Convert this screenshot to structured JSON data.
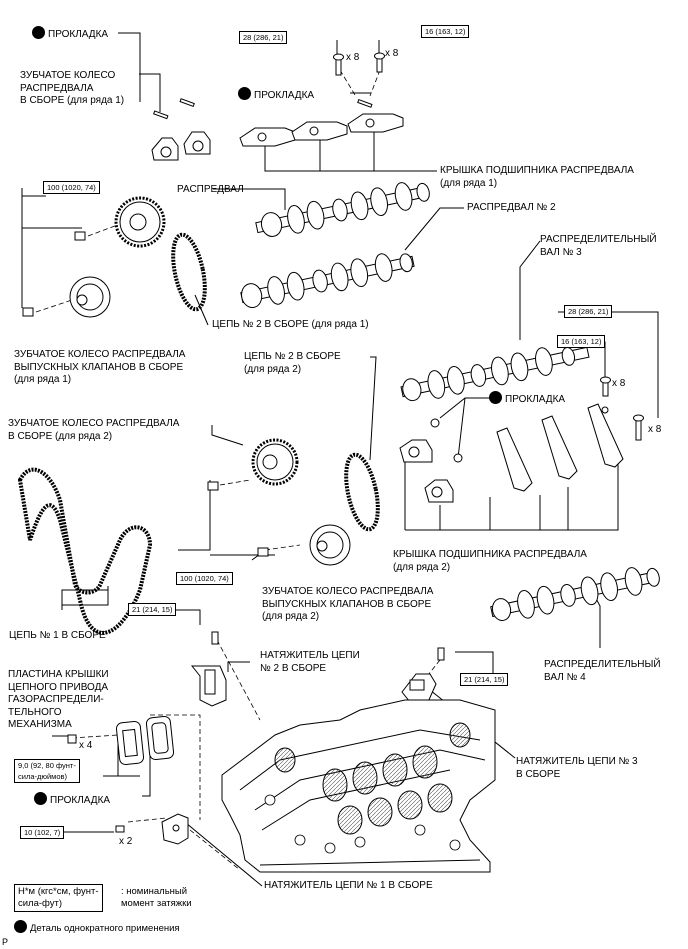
{
  "labels": {
    "gasket_top": "ПРОКЛАДКА",
    "gasket_mid": "ПРОКЛАДКА",
    "gasket_right": "ПРОКЛАДКА",
    "gasket_lower": "ПРОКЛАДКА",
    "sprocket1": "ЗУБЧАТОЕ КОЛЕСО\nРАСПРЕДВАЛА\nВ СБОРЕ (для ряда 1)",
    "exh_sprocket1": "ЗУБЧАТОЕ КОЛЕСО РАСПРЕДВАЛА\nВЫПУСКНЫХ КЛАПАНОВ В СБОРЕ\n(для ряда 1)",
    "bearing_cap1": "КРЫШКА ПОДШИПНИКА РАСПРЕДВАЛА\n(для ряда 1)",
    "camshaft": "РАСПРЕДВАЛ",
    "camshaft2": "РАСПРЕДВАЛ № 2",
    "chain2_bank1": "ЦЕПЬ № 2 В СБОРЕ (для ряда 1)",
    "camshaft3": "РАСПРЕДЕЛИТЕЛЬНЫЙ\nВАЛ № 3",
    "chain2_bank2": "ЦЕПЬ № 2 В СБОРЕ\n(для ряда 2)",
    "sprocket2": "ЗУБЧАТОЕ КОЛЕСО РАСПРЕДВАЛА\nВ СБОРЕ (для ряда 2)",
    "bearing_cap2": "КРЫШКА ПОДШИПНИКА РАСПРЕДВАЛА\n(для ряда 2)",
    "exh_sprocket2": "ЗУБЧАТОЕ КОЛЕСО РАСПРЕДВАЛА\nВЫПУСКНЫХ КЛАПАНОВ В СБОРЕ\n(для ряда 2)",
    "chain1": "ЦЕПЬ № 1 В СБОРЕ",
    "camshaft4": "РАСПРЕДЕЛИТЕЛЬНЫЙ\nВАЛ № 4",
    "tensioner2": "НАТЯЖИТЕЛЬ ЦЕПИ\n№ 2 В СБОРЕ",
    "cover_plate": "ПЛАСТИНА КРЫШКИ\nЦЕПНОГО ПРИВОДА\nГАЗОРАСПРЕДЕЛИ-\nТЕЛЬНОГО\nМЕХАНИЗМА",
    "tensioner3": "НАТЯЖИТЕЛЬ ЦЕПИ № 3\nВ СБОРЕ",
    "tensioner1": "НАТЯЖИТЕЛЬ ЦЕПИ № 1 В СБОРЕ"
  },
  "torques": {
    "t28_top": "28 (286, 21)",
    "t16_top": "16 (163, 12)",
    "t100_top": "100 (1020, 74)",
    "t28_right": "28 (286, 21)",
    "t16_right": "16 (163, 12)",
    "t100_mid": "100 (1020, 74)",
    "t21_left": "21 (214, 15)",
    "t21_right": "21 (214, 15)",
    "t9": "9,0 (92, 80 фунт-\nсила-дюймов)",
    "t10": "10 (102, 7)"
  },
  "quantities": {
    "q8_a": "x 8",
    "q8_b": "x 8",
    "q8_c": "x 8",
    "q8_d": "x 8",
    "q4": "x 4",
    "q2": "x 2"
  },
  "legend": {
    "unit": "Н*м (кгс*см, фунт-\nсила-фут)",
    "unit_desc": ": номинальный\nмомент затяжки",
    "single_use": "Деталь однократного применения",
    "corner": "P"
  }
}
